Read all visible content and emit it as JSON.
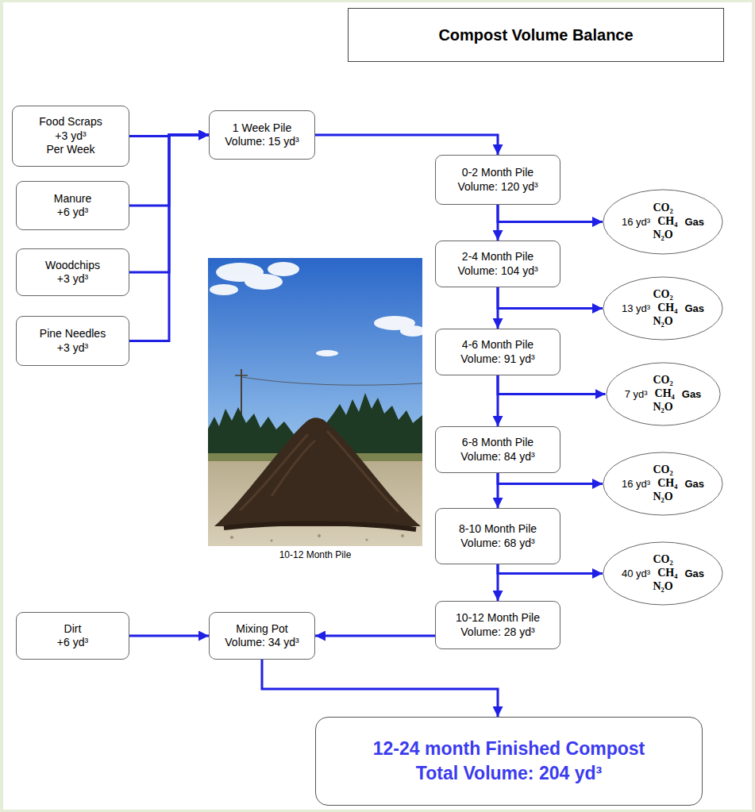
{
  "diagram": {
    "title": "Compost Volume Balance",
    "nodes": [
      {
        "text": [
          "Food Scraps",
          "+3 yd³ Per Week"
        ]
      },
      {
        "text": [
          "Manure",
          "+6 yd³"
        ]
      },
      {
        "text": [
          "Woodchips",
          "+3 yd³"
        ]
      },
      {
        "text": [
          "Pine Needles",
          "+3 yd³"
        ]
      },
      {
        "text": [
          "1 Week Pile",
          "Volume: 15 yd³"
        ]
      },
      {
        "text": [
          "0-2 Month Pile",
          "Volume: 120 yd³"
        ]
      },
      {
        "text": [
          "CO₂",
          "16 yd³",
          "CH₄",
          "Gas",
          "N₂O"
        ]
      },
      {
        "text": [
          "2-4 Month Pile",
          "Volume: 104 yd³"
        ]
      },
      {
        "text": [
          "CO₂",
          "13 yd³",
          "CH₄",
          "Gas",
          "N₂O"
        ]
      },
      {
        "text": [
          "4-6 Month Pile",
          "Volume: 91 yd³"
        ]
      },
      {
        "text": [
          "CO₂",
          "7 yd³",
          "CH₄",
          "Gas",
          "N₂O"
        ]
      },
      {
        "text": [
          "6-8 Month Pile",
          "Volume: 84 yd³"
        ]
      },
      {
        "text": [
          "CO₂",
          "16 yd³",
          "CH₄",
          "Gas",
          "N₂O"
        ]
      },
      {
        "text": [
          "8-10 Month Pile",
          "Volume: 68 yd³"
        ]
      },
      {
        "text": [
          "CO₂",
          "40 yd³",
          "CH₄",
          "Gas",
          "N₂O"
        ]
      },
      {
        "text": [
          "Dirt",
          "+6 yd³"
        ]
      },
      {
        "text": [
          "Mixing Pot",
          "Volume: 34 yd³"
        ]
      },
      {
        "text": [
          "10-12 Month Pile",
          "Volume: 28 yd³"
        ]
      },
      {
        "text": [
          "12-24 month Finished Compost",
          "Total Volume: 204 yd³"
        ]
      }
    ],
    "edges": [
      {
        "from": 0,
        "to": 4,
        "arrow": "to"
      },
      {
        "from": 1,
        "to": 4,
        "arrow": "to"
      },
      {
        "from": 2,
        "to": 4,
        "arrow": "to"
      },
      {
        "from": 3,
        "to": 4,
        "arrow": "to"
      },
      {
        "from": 4,
        "to": 5,
        "arrow": "to"
      },
      {
        "from": 5,
        "to": 7,
        "arrow": "to"
      },
      {
        "from": 5,
        "to": 6,
        "arrow": "to"
      },
      {
        "from": 7,
        "to": 9,
        "arrow": "to"
      },
      {
        "from": 7,
        "to": 8,
        "arrow": "to"
      },
      {
        "from": 9,
        "to": 11,
        "arrow": "to"
      },
      {
        "from": 9,
        "to": 10,
        "arrow": "to"
      },
      {
        "from": 11,
        "to": 13,
        "arrow": "to"
      },
      {
        "from": 11,
        "to": 12,
        "arrow": "to"
      },
      {
        "from": 13,
        "to": 17,
        "arrow": "to"
      },
      {
        "from": 13,
        "to": 14,
        "arrow": "to"
      },
      {
        "from": 17,
        "to": 16,
        "arrow": "to"
      },
      {
        "from": 15,
        "to": 16,
        "arrow": "to"
      },
      {
        "from": 16,
        "to": 18,
        "arrow": "to"
      }
    ],
    "labels": [
      "10-12 Month Pile"
    ]
  }
}
